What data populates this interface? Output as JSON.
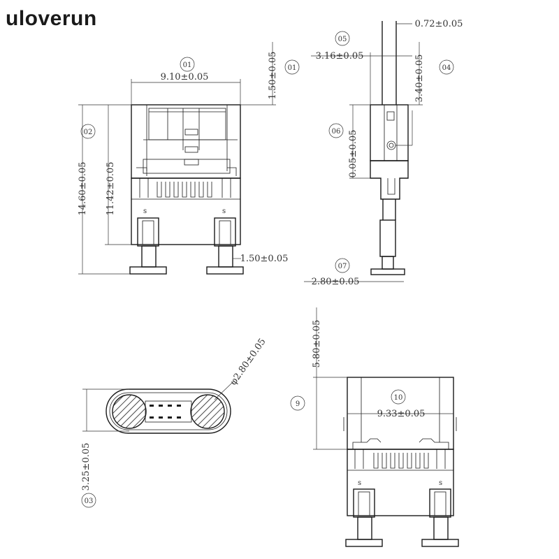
{
  "brand": "uloverun",
  "front_view": {
    "bubbles": {
      "width": "01",
      "top": "01",
      "height": "02"
    },
    "dims": {
      "width": "9.10±0.05",
      "top_offset": "1.50±0.05",
      "total_height": "14.60±0.05",
      "body_height": "11.42±0.05",
      "peg": "1.50±0.05"
    }
  },
  "side_view": {
    "bubbles": {
      "offset": "05",
      "right": "04",
      "mid": "06",
      "bottom": "07"
    },
    "dims": {
      "pin": "0.72±0.05",
      "offset": "3.16±0.05",
      "right": "3.40±0.05",
      "mid": "0.05±0.05",
      "bottom": "2.80±0.05"
    }
  },
  "bottom_view": {
    "bubbles": {
      "height": "03"
    },
    "dims": {
      "diameter": "φ2.80±0.05",
      "height": "3.25±0.05"
    }
  },
  "rear_view": {
    "bubbles": {
      "height": "9",
      "width": "10"
    },
    "dims": {
      "height": "5.80±0.05",
      "width": "9.33±0.05"
    }
  }
}
